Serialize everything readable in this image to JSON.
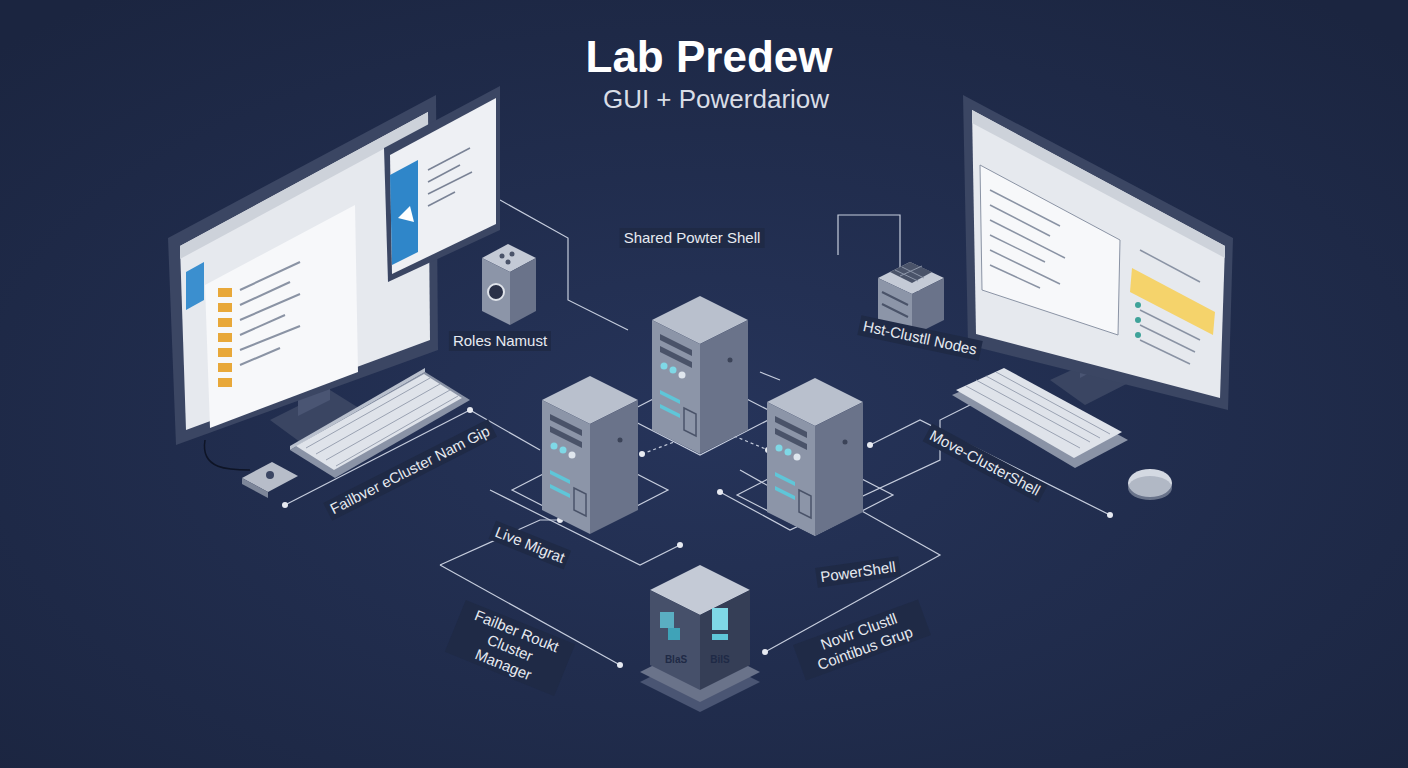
{
  "diagram": {
    "title": "Lab Predew",
    "labels": [
      "GUI + Powerdariow",
      "Shared Powter Shell",
      "Roles Namust",
      "Hst-Clustll Nodes",
      "Failbver eCluster Nam Gip",
      "Move-ClusterShell",
      "Live Migrat",
      "PowerShell",
      "Failber Roukt Cluster Manager",
      "Novir Clustll Cointibus Grup",
      "BlaS",
      "BilS"
    ]
  }
}
